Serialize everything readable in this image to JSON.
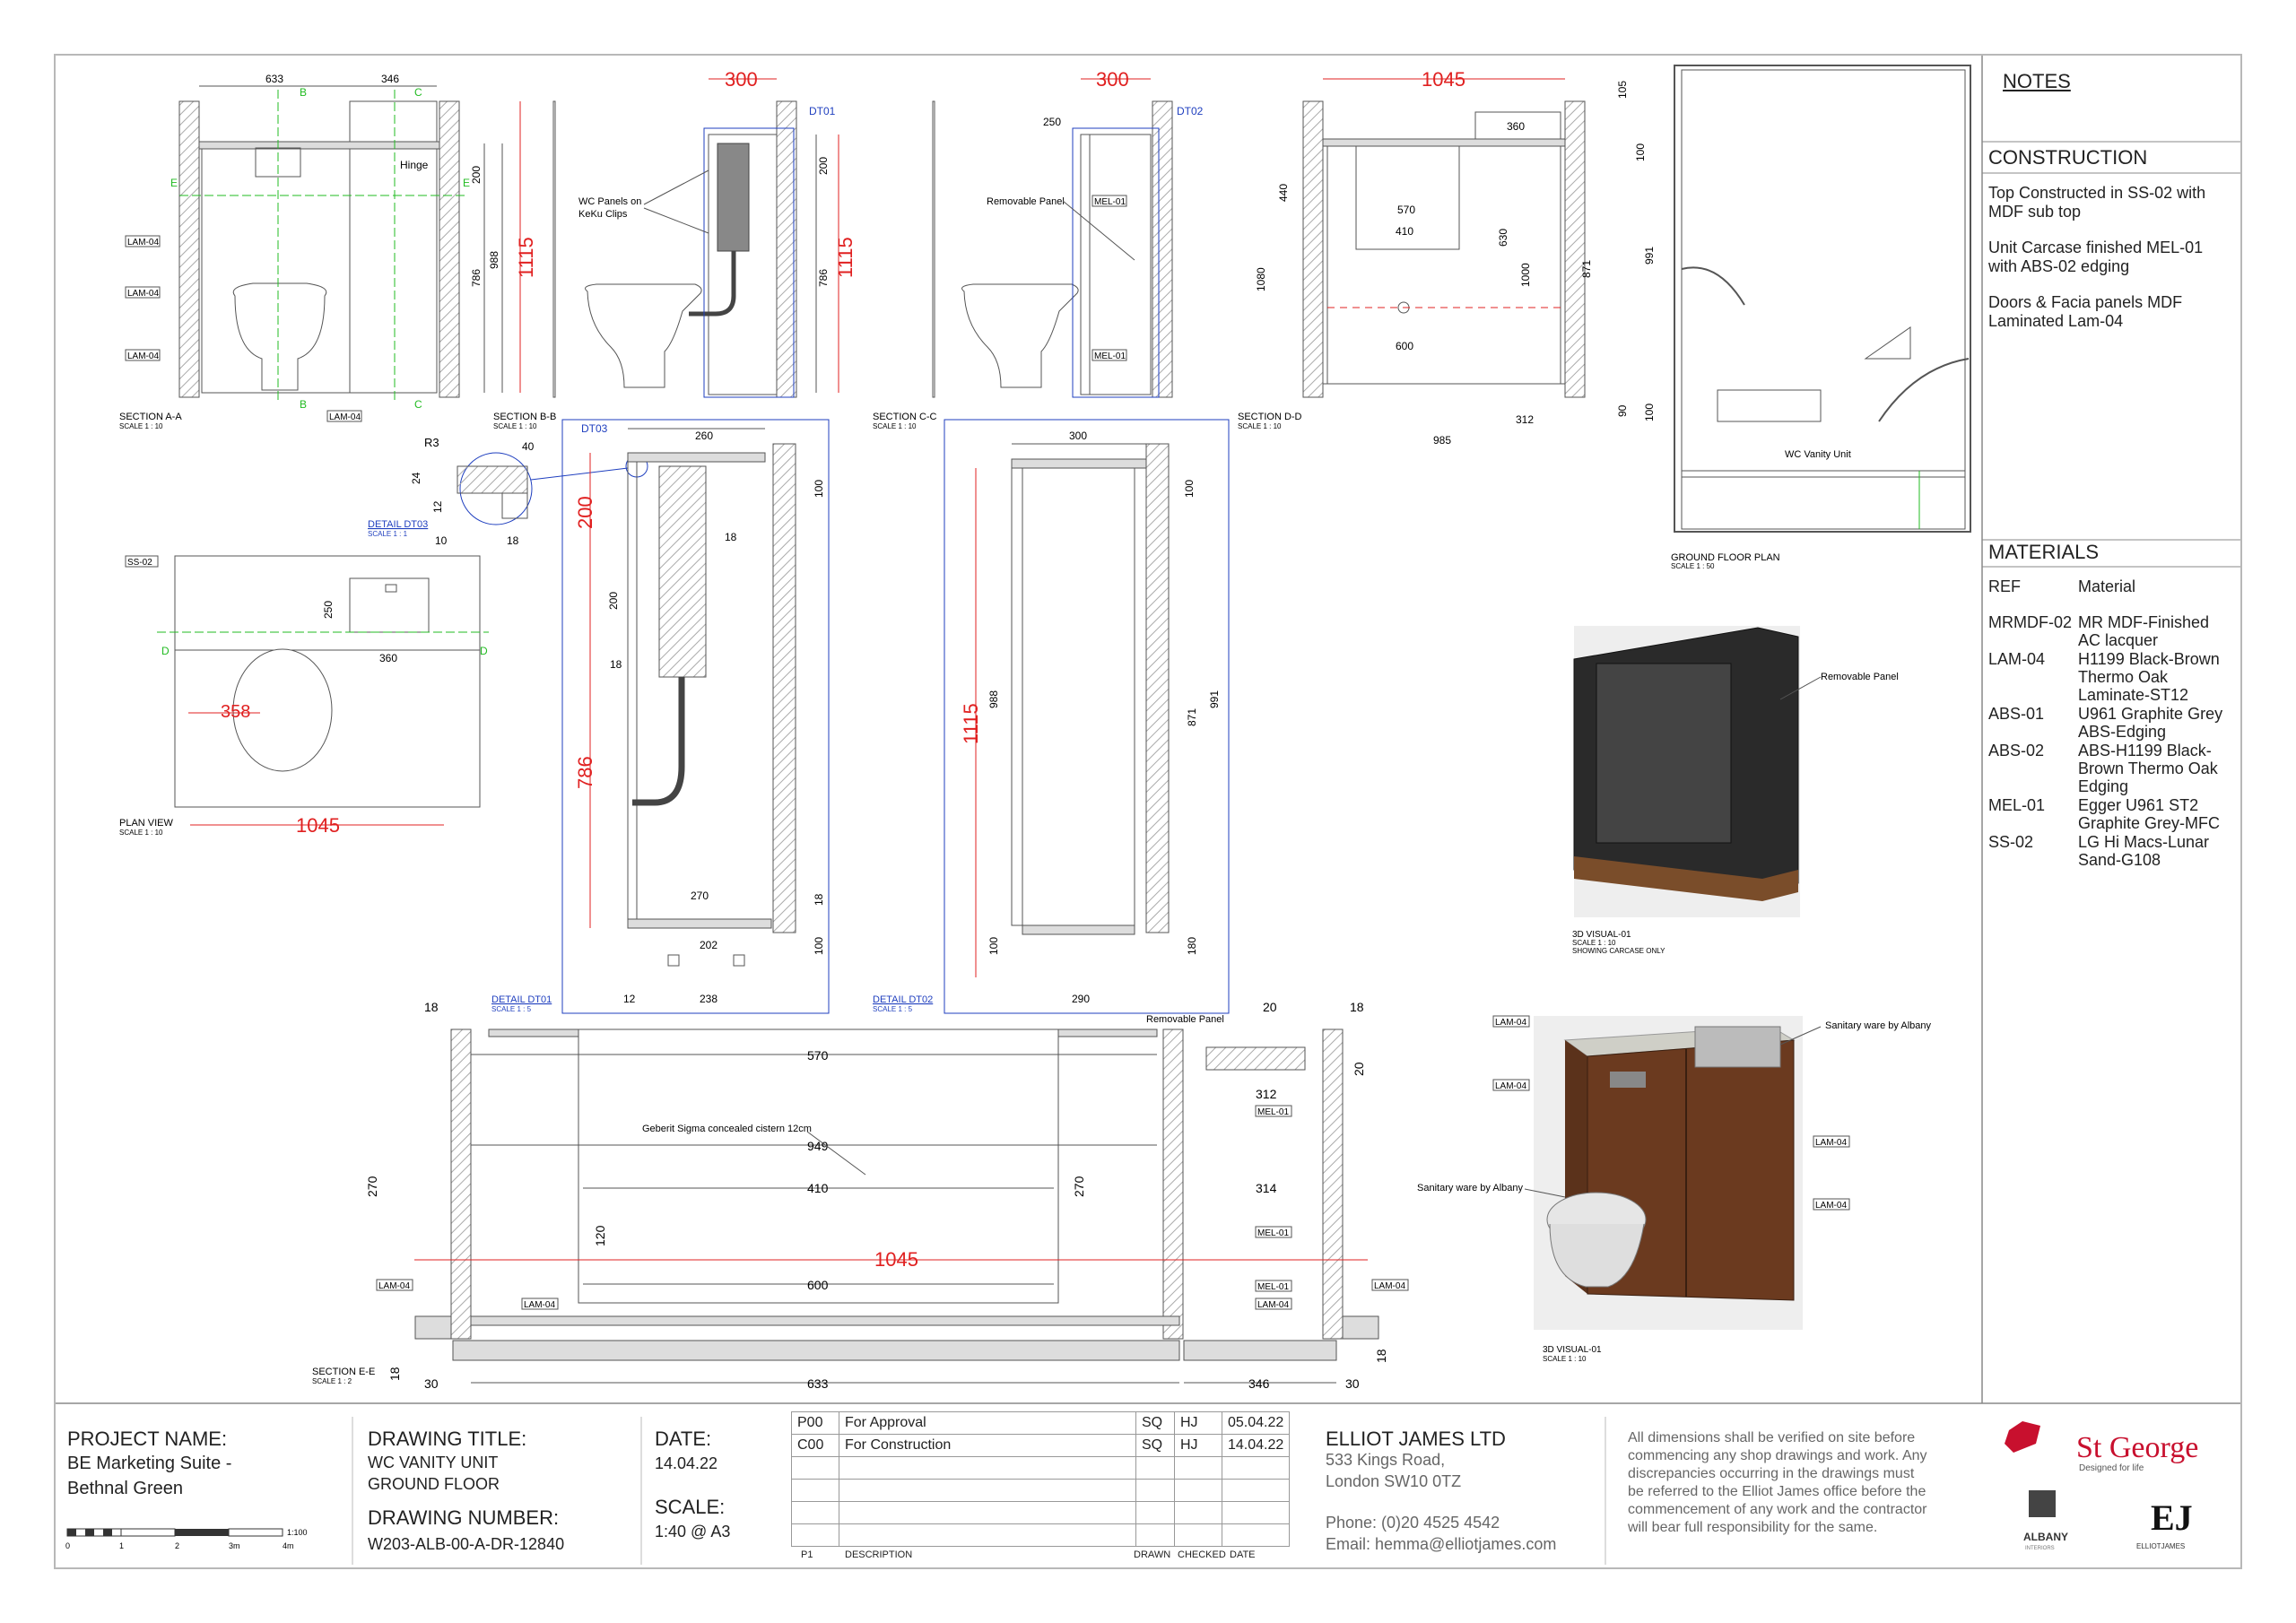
{
  "notes_title": "NOTES",
  "construction": {
    "title": "CONSTRUCTION",
    "items": [
      "Top Constructed in SS-02 with MDF sub top",
      "Unit Carcase finished MEL-01 with ABS-02 edging",
      "Doors & Facia panels MDF Laminated Lam-04"
    ]
  },
  "materials": {
    "title": "MATERIALS",
    "header_ref": "REF",
    "header_material": "Material",
    "rows": [
      {
        "ref": "MRMDF-02",
        "desc": "MR MDF-Finished AC lacquer"
      },
      {
        "ref": "LAM-04",
        "desc": "H1199 Black-Brown Thermo Oak Laminate-ST12"
      },
      {
        "ref": "ABS-01",
        "desc": "U961 Graphite Grey ABS-Edging"
      },
      {
        "ref": "ABS-02",
        "desc": "ABS-H1199 Black-Brown Thermo Oak Edging"
      },
      {
        "ref": "MEL-01",
        "desc": "Egger U961 ST2 Graphite Grey-MFC"
      },
      {
        "ref": "SS-02",
        "desc": "LG Hi Macs-Lunar Sand-G108"
      }
    ]
  },
  "drawings": {
    "section_aa": {
      "label": "SECTION A-A",
      "scale": "SCALE 1 : 10",
      "dims": [
        "633",
        "346",
        "200",
        "786",
        "988",
        "1115"
      ],
      "tags": [
        "LAM-04",
        "LAM-04",
        "LAM-04",
        "LAM-04"
      ],
      "note": "Hinge"
    },
    "section_bb": {
      "label": "SECTION B-B",
      "scale": "SCALE 1 : 10",
      "dims": [
        "300",
        "200",
        "786",
        "1115"
      ],
      "note": "WC Panels on KeKu Clips",
      "ref": "DT01"
    },
    "section_cc": {
      "label": "SECTION C-C",
      "scale": "SCALE 1 : 10",
      "dims": [
        "300",
        "250"
      ],
      "note": "Removable Panel",
      "ref": "DT02",
      "tags": [
        "MEL-01",
        "MEL-01"
      ]
    },
    "section_dd": {
      "label": "SECTION D-D",
      "scale": "SCALE 1 : 10",
      "dims": [
        "1045",
        "360",
        "570",
        "410",
        "600",
        "440",
        "1080",
        "630",
        "1000",
        "871",
        "991",
        "105",
        "100",
        "90",
        "100",
        "312",
        "985"
      ]
    },
    "ground_floor": {
      "label": "GROUND FLOOR PLAN",
      "scale": "SCALE 1 : 50",
      "note": "WC Vanity Unit"
    },
    "detail_dt03": {
      "label": "DETAIL DT03",
      "scale": "SCALE 1 : 1",
      "dims": [
        "R3",
        "40",
        "24",
        "12",
        "10",
        "18"
      ],
      "ref": "DT03"
    },
    "plan_view": {
      "label": "PLAN VIEW",
      "scale": "SCALE 1 : 10",
      "dims": [
        "250",
        "360",
        "358",
        "1045"
      ],
      "tag": "SS-02"
    },
    "detail_dt01": {
      "label": "DETAIL DT01",
      "scale": "SCALE 1 : 5",
      "dims": [
        "260",
        "200",
        "200",
        "18",
        "18",
        "786",
        "270",
        "202",
        "100",
        "100",
        "18",
        "12",
        "238"
      ]
    },
    "detail_dt02": {
      "label": "DETAIL DT02",
      "scale": "SCALE 1 : 5",
      "dims": [
        "300",
        "100",
        "1115",
        "988",
        "871",
        "991",
        "180",
        "100",
        "290"
      ]
    },
    "visual_01a": {
      "label": "3D VISUAL-01",
      "scale": "SCALE 1 : 10",
      "sub": "SHOWING CARCASE ONLY",
      "note": "Removable Panel"
    },
    "visual_01b": {
      "label": "3D VISUAL-01",
      "scale": "SCALE 1 : 10",
      "notes": [
        "Sanitary ware by Albany",
        "Sanitary ware by Albany"
      ],
      "tags": [
        "LAM-04",
        "LAM-04",
        "LAM-04",
        "LAM-04"
      ]
    },
    "section_ee": {
      "label": "SECTION E-E",
      "scale": "SCALE 1 : 2",
      "dims": [
        "18",
        "570",
        "949",
        "410",
        "270",
        "270",
        "120",
        "1045",
        "600",
        "633",
        "346",
        "30",
        "30",
        "18",
        "18",
        "20",
        "18",
        "312",
        "314",
        "20"
      ],
      "notes": [
        "Geberit Sigma concealed cistern 12cm",
        "Removable Panel"
      ],
      "tags": [
        "MEL-01",
        "MEL-01",
        "MEL-01",
        "LAM-04",
        "LAM-04",
        "LAM-04",
        "LAM-04"
      ]
    }
  },
  "title_block": {
    "project_label": "PROJECT NAME:",
    "project_name_1": "BE Marketing Suite -",
    "project_name_2": "Bethnal Green",
    "drawing_title_label": "DRAWING TITLE:",
    "drawing_title_1": "WC VANITY UNIT",
    "drawing_title_2": "GROUND FLOOR",
    "drawing_number_label": "DRAWING NUMBER:",
    "drawing_number": "W203-ALB-00-A-DR-12840",
    "date_label": "DATE:",
    "date": "14.04.22",
    "scale_label": "SCALE:",
    "scale": "1:40 @ A3",
    "scalebar": [
      "0",
      "1",
      "2",
      "3m",
      "4m",
      "1:100"
    ],
    "revisions": [
      {
        "rev": "P00",
        "desc": "For Approval",
        "drawn": "SQ",
        "checked": "HJ",
        "date": "05.04.22"
      },
      {
        "rev": "C00",
        "desc": "For Construction",
        "drawn": "SQ",
        "checked": "HJ",
        "date": "14.04.22"
      }
    ],
    "rev_footer": {
      "rev": "P1",
      "desc": "DESCRIPTION",
      "drawn": "DRAWN",
      "checked": "CHECKED",
      "date": "DATE"
    },
    "company": "ELLIOT JAMES LTD",
    "address_1": "533 Kings Road,",
    "address_2": "London SW10 0TZ",
    "phone": "Phone: (0)20 4525 4542",
    "email": "Email: hemma@elliotjames.com",
    "disclaimer": "All dimensions shall be verified on site before commencing any shop drawings and work. Any discrepancies occurring in the drawings must be referred to the Elliot James office before the commencement of any work and the contractor will bear full responsibility for the same.",
    "logo_st_george": "St George",
    "logo_st_george_tag": "Designed for life",
    "logo_albany": "ALBANY",
    "logo_albany_tag": "INTERIORS",
    "logo_ej": "EJ",
    "logo_ej_tag": "ELLIOTJAMES"
  },
  "colors": {
    "dim_red": "#e02020",
    "ref_blue": "#1f3fbf",
    "grid_green": "#22bb22",
    "line": "#333333",
    "border": "#b8b8b8",
    "hatch": "#999999"
  }
}
